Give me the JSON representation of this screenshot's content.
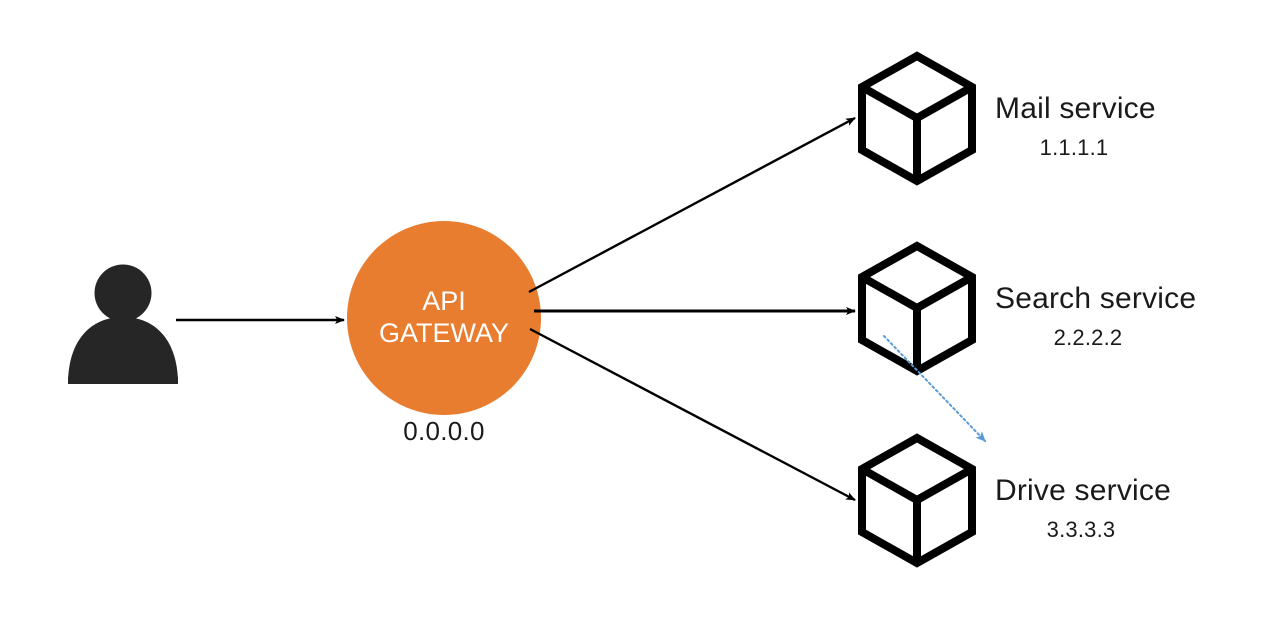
{
  "diagram": {
    "title": "API Gateway routing diagram",
    "background_color": "#ffffff",
    "accent_color": "#E87D2F",
    "line_color": "#000000",
    "actor_color": "#262626",
    "highlight_arrow_color": "#5B9BD5"
  },
  "actor": {
    "name": "user-actor",
    "icon": "person-icon"
  },
  "gateway": {
    "line1": "API",
    "line2": "GATEWAY",
    "ip": "0.0.0.0",
    "color": "#E87D2F"
  },
  "services": [
    {
      "id": "mail",
      "name": "Mail service",
      "ip": "1.1.1.1",
      "icon": "cube-icon"
    },
    {
      "id": "search",
      "name": "Search service",
      "ip": "2.2.2.2",
      "icon": "cube-icon"
    },
    {
      "id": "drive",
      "name": "Drive service",
      "ip": "3.3.3.3",
      "icon": "cube-icon"
    }
  ],
  "connections": [
    {
      "id": "actor-to-gateway",
      "from": "user-actor",
      "to": "gateway",
      "style": "solid-black-arrow"
    },
    {
      "id": "gateway-to-mail",
      "from": "gateway",
      "to": "mail",
      "style": "solid-black-arrow"
    },
    {
      "id": "gateway-to-search",
      "from": "gateway",
      "to": "search",
      "style": "solid-black-arrow"
    },
    {
      "id": "gateway-to-drive",
      "from": "gateway",
      "to": "drive",
      "style": "solid-black-arrow"
    },
    {
      "id": "search-to-drive",
      "from": "search",
      "to": "drive",
      "style": "dotted-blue-arrow"
    }
  ]
}
